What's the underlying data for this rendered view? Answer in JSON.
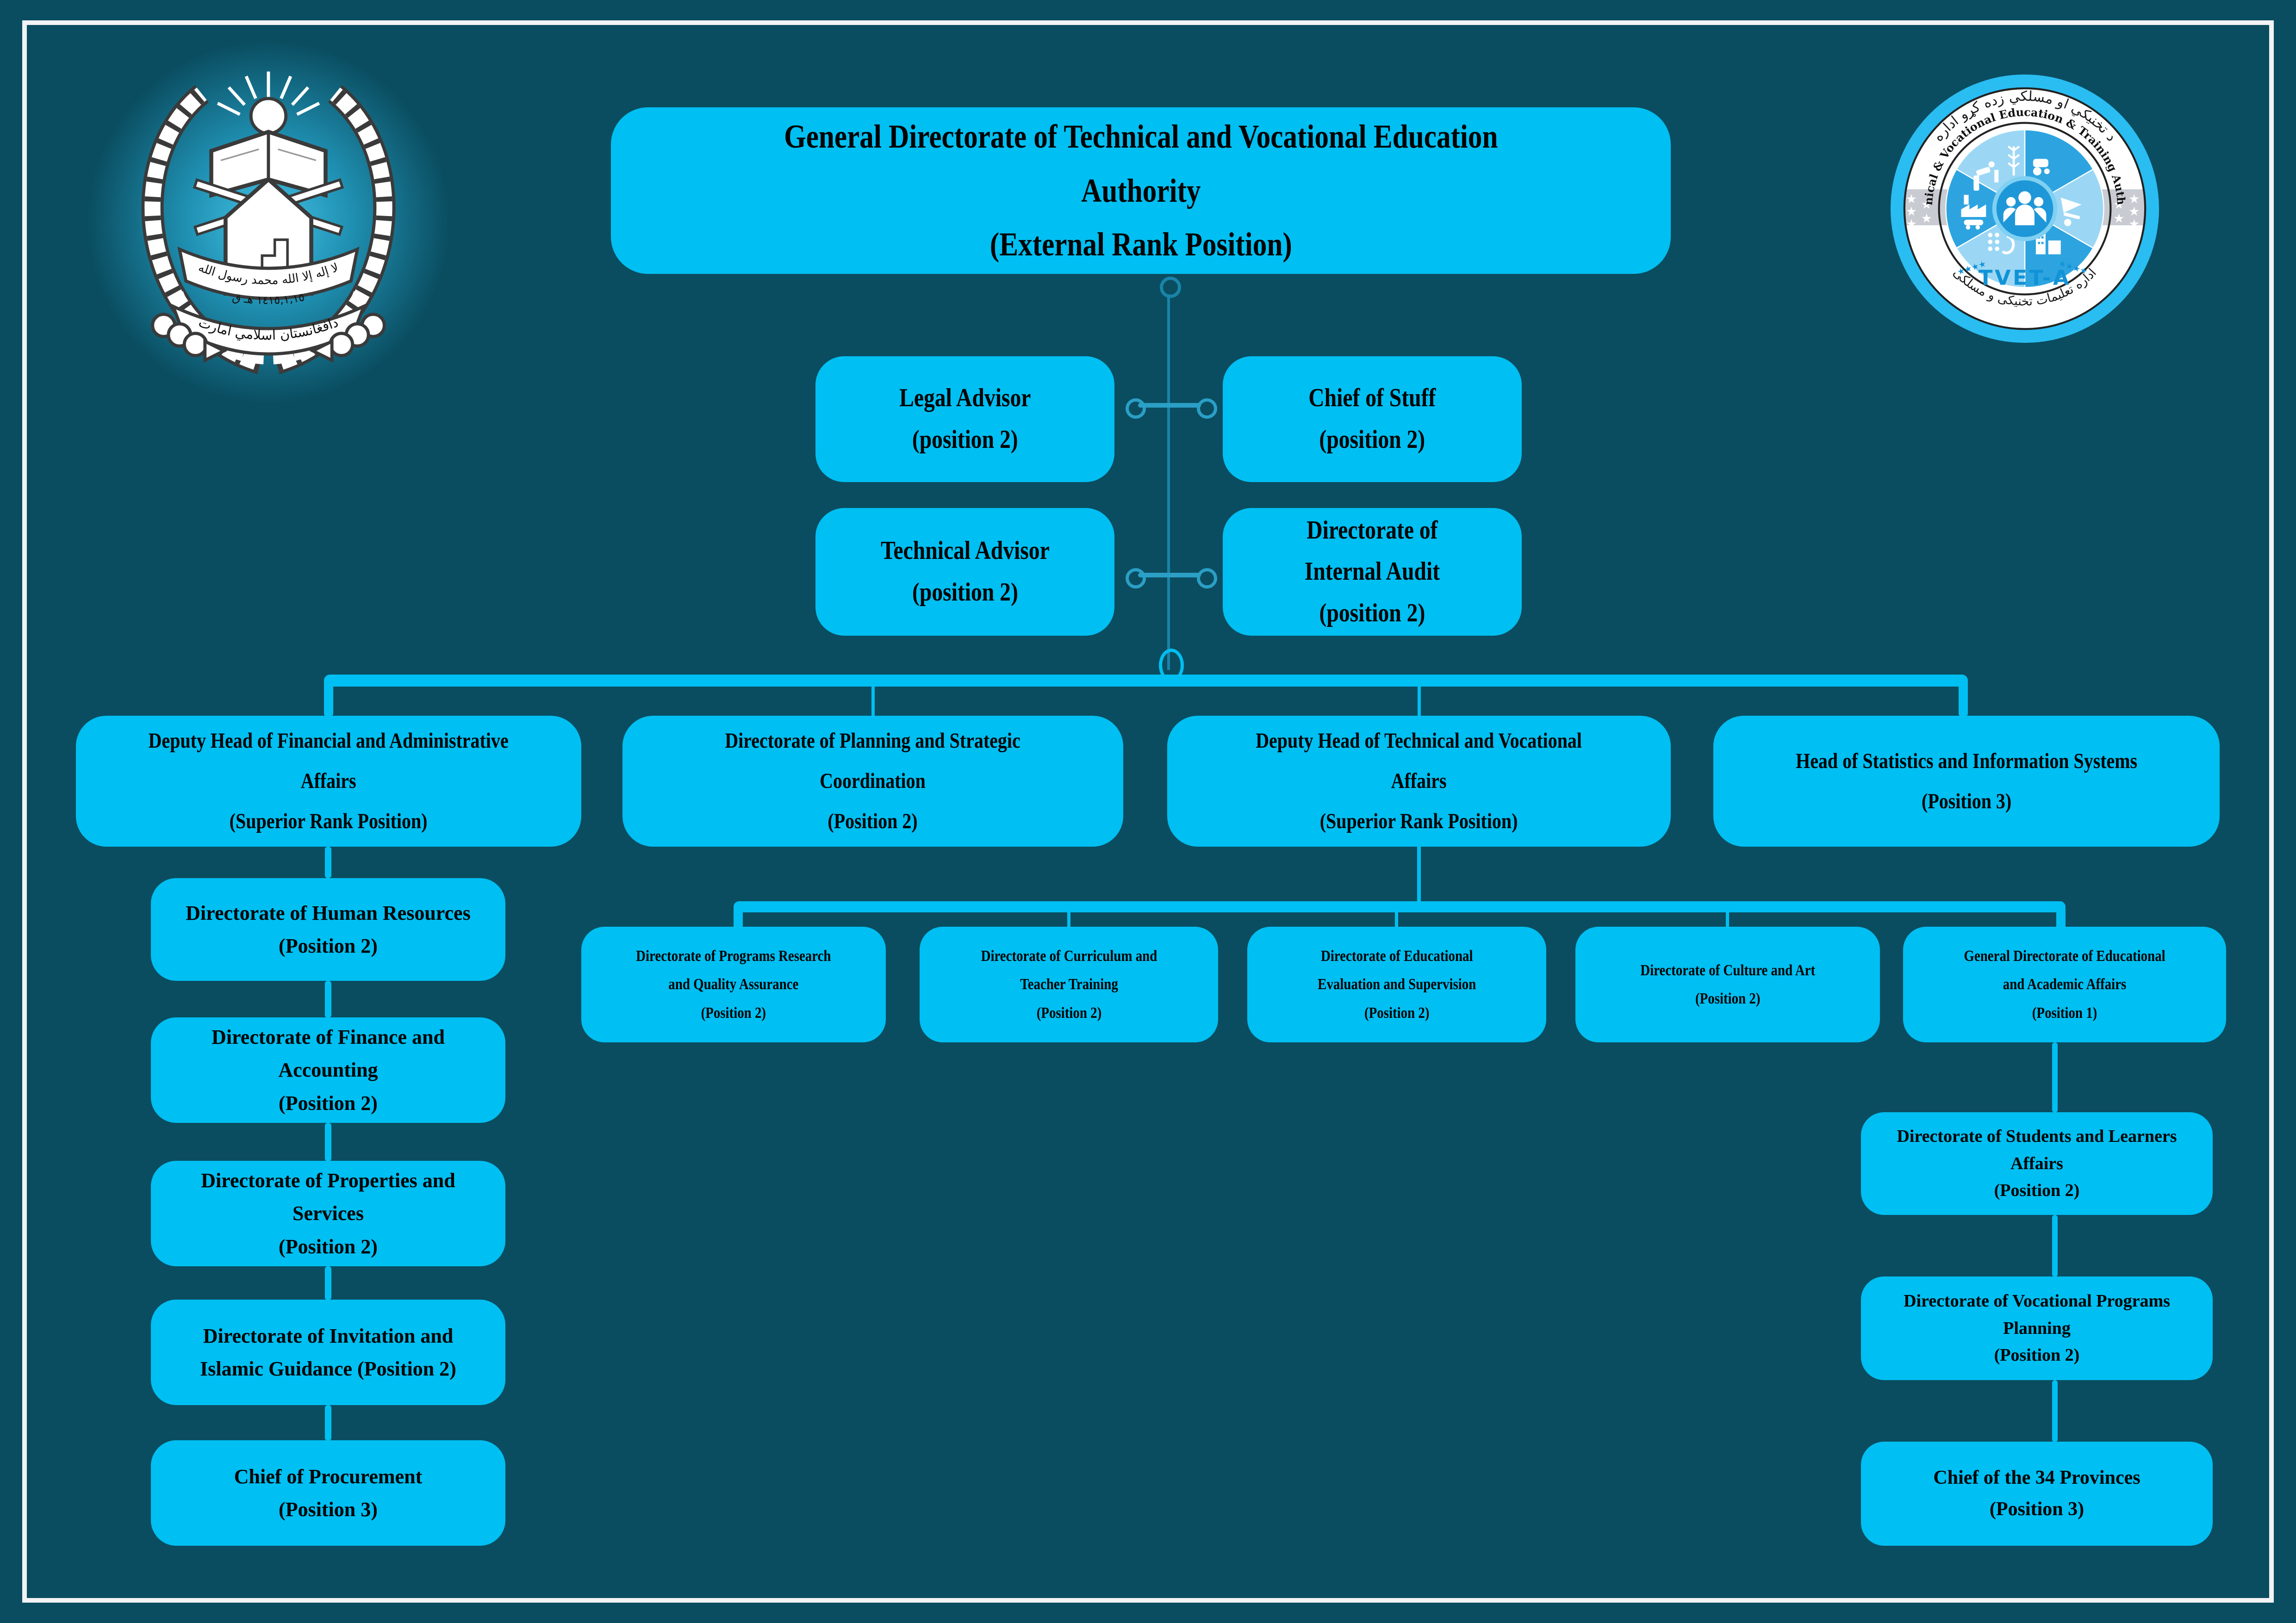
{
  "colors": {
    "background": "#0a4d60",
    "box_fill": "#00bff2",
    "thin_line": "#1a84aa",
    "connector_ring": "#2b9fc6",
    "frame": "#f2f3f4",
    "text": "#000000"
  },
  "nodes": {
    "root": "General Directorate of Technical and Vocational Education\nAuthority\n(External Rank Position)",
    "legal_advisor": "Legal Advisor\n(position 2)",
    "chief_of_stuff": "Chief of Stuff\n(position 2)",
    "technical_advisor": "Technical Advisor\n(position 2)",
    "internal_audit": "Directorate of\nInternal Audit\n(position 2)",
    "deputy_financial": "Deputy Head of Financial and Administrative\nAffairs\n(Superior Rank Position)",
    "planning": "Directorate of Planning and Strategic\nCoordination\n(Position 2)",
    "deputy_technical": "Deputy Head of Technical and Vocational\nAffairs\n(Superior Rank Position)",
    "statistics": "Head of Statistics and Information Systems\n(Position 3)",
    "human_resources": "Directorate of Human Resources\n(Position 2)",
    "finance_accounting": "Directorate of Finance and\nAccounting\n(Position 2)",
    "properties_services": "Directorate of Properties and\nServices\n(Position 2)",
    "invitation_guidance": "Directorate of Invitation and\nIslamic Guidance (Position 2)",
    "procurement": "Chief of Procurement\n(Position 3)",
    "programs_research": "Directorate of Programs Research\nand Quality Assurance\n(Position 2)",
    "curriculum": "Directorate of Curriculum and\nTeacher Training\n(Position 2)",
    "educational_evaluation": "Directorate of Educational\nEvaluation and Supervision\n(Position 2)",
    "culture_art": "Directorate of Culture and Art\n(Position 2)",
    "general_educational": "General Directorate of Educational\nand Academic Affairs\n(Position 1)",
    "students_affairs": "Directorate of Students and Learners\nAffairs\n(Position 2)",
    "vocational_planning": "Directorate of Vocational Programs\nPlanning\n(Position 2)",
    "provinces": "Chief of the 34 Provinces\n(Position 3)"
  },
  "logos": {
    "emblem": {
      "shahada": "لا إله إلا الله محمد رسول الله",
      "date": "١٤١٥,١,١٥ هـ ق",
      "country": "دافغانستان اسلامي امارت"
    },
    "tvet": {
      "top_pashto": "د تخنيکي او مسلکي زده کړو اداره",
      "english_arc": "Technical & Vocational Education & Training Authority",
      "bottom_arabic": "اداره تعلیمات تخنیکی و مسلکی",
      "abbr": "TVET-A"
    }
  }
}
